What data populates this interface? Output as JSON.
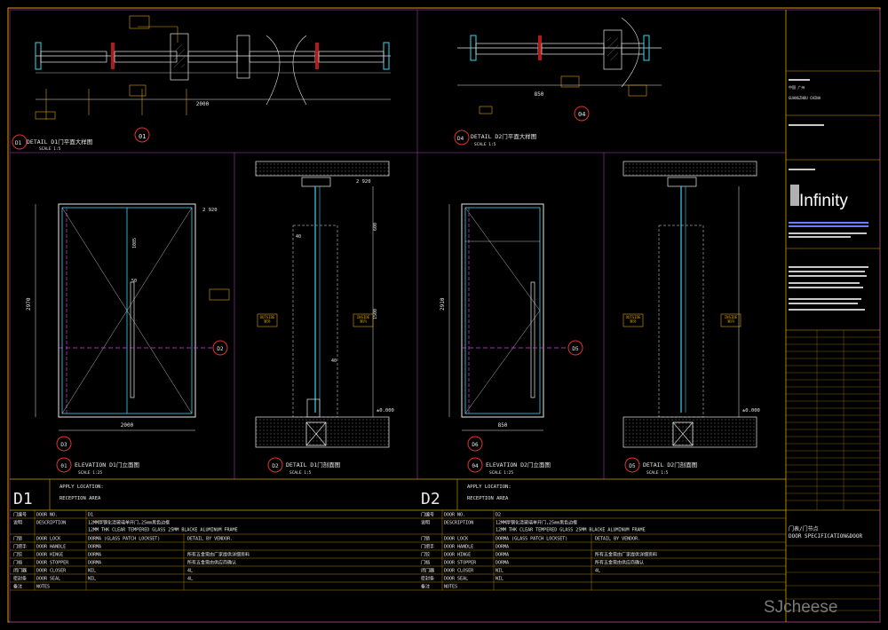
{
  "detail_titles": {
    "d1": {
      "code": "D1",
      "text": "DETAIL  D1门平面大样图",
      "scale": "SCALE 1:5"
    },
    "d4": {
      "code": "D4",
      "text": "DETAIL  D2门平面大样图",
      "scale": "SCALE 1:5"
    },
    "e1": {
      "code": "01",
      "text": "ELEVATION  D1门立面图",
      "scale": "SCALE 1:25"
    },
    "d2": {
      "code": "D2",
      "text": "DETAIL  D1门剖面图",
      "scale": "SCALE 1:5"
    },
    "e2": {
      "code": "04",
      "text": "ELEVATION  D2门立面图",
      "scale": "SCALE 1:25"
    },
    "d5": {
      "code": "D5",
      "text": "DETAIL  D2门剖面图",
      "scale": "SCALE 1:5"
    }
  },
  "dimensions": {
    "plan1_width": "2000",
    "plan2_width": "850",
    "elev1_width": "2000",
    "elev2_width": "850",
    "height_1": "2970",
    "height_2": "2910",
    "ceiling_1": "2 920",
    "ceiling_2": "2 920",
    "floor_1": "±0.000",
    "floor_2": "±0.000",
    "dim_40": "40",
    "dim_50": "50",
    "dim_600": "600",
    "dim_1500": "1500",
    "dim_1085": "1085"
  },
  "labels": {
    "outside": "OUTSIDE\n室外",
    "inside": "INSIDE\n室内",
    "section_markers": [
      "D2",
      "D5",
      "D1",
      "D4",
      "D3",
      "D6"
    ]
  },
  "spec_tables": [
    {
      "code": "D1",
      "apply_location_label": "APPLY LOCATION:",
      "apply_location_value": "RECEPTION AREA",
      "rows": [
        {
          "cn": "门编号",
          "en": "DOOR NO.",
          "val": "D1",
          "val2": ""
        },
        {
          "cn": "说明",
          "en": "DESCRIPTION",
          "val": "12MM厚钢化清玻璃单开门,25mm黑色边框\n12MM THK CLEAR TEMPERED GLASS 25MM BLACKE ALUMINUM FRAME",
          "val2": ""
        },
        {
          "cn": "门锁",
          "en": "DOOR LOCK",
          "val": "DORMA (GLASS PATCH LOCKSET)",
          "val2": "DETAIL BY VENDOR."
        },
        {
          "cn": "门把手",
          "en": "DOOR HANDLE",
          "val": "DORMA",
          "val2": ""
        },
        {
          "cn": "门铰",
          "en": "DOOR HINGE",
          "val": "DORMA",
          "val2": "所有五金需由厂家提供详细资料"
        },
        {
          "cn": "门档",
          "en": "DOOR STOPPER",
          "val": "DORMA",
          "val2": "所有五金需由供应商确认"
        },
        {
          "cn": "闭门器",
          "en": "DOOR CLOSER",
          "val": "NIL",
          "val2": "4L"
        },
        {
          "cn": "密封条",
          "en": "DOOR SEAL",
          "val": "NIL",
          "val2": "4L"
        },
        {
          "cn": "备注",
          "en": "NOTES",
          "val": "",
          "val2": ""
        }
      ]
    },
    {
      "code": "D2",
      "apply_location_label": "APPLY LOCATION:",
      "apply_location_value": "RECEPTION AREA",
      "rows": [
        {
          "cn": "门编号",
          "en": "DOOR NO.",
          "val": "D2",
          "val2": ""
        },
        {
          "cn": "说明",
          "en": "DESCRIPTION",
          "val": "12MM厚钢化清玻璃单开门,25mm黑色边框\n12MM THK CLEAR TEMPERED GLASS 25MM BLACKE ALUMINUM FRAME",
          "val2": ""
        },
        {
          "cn": "门锁",
          "en": "DOOR LOCK",
          "val": "DORMA (GLASS PATCH LOCKSET)",
          "val2": "DETAIL BY VENDOR."
        },
        {
          "cn": "门把手",
          "en": "DOOR HANDLE",
          "val": "DORMA",
          "val2": ""
        },
        {
          "cn": "门铰",
          "en": "DOOR HINGE",
          "val": "DORMA",
          "val2": "所有五金需由厂家提供详细资料"
        },
        {
          "cn": "门档",
          "en": "DOOR STOPPER",
          "val": "DORMA",
          "val2": "所有五金需由供应商确认"
        },
        {
          "cn": "闭门器",
          "en": "DOOR CLOSER",
          "val": "NIL",
          "val2": "4L"
        },
        {
          "cn": "密封条",
          "en": "DOOR SEAL",
          "val": "NIL",
          "val2": ""
        },
        {
          "cn": "备注",
          "en": "NOTES",
          "val": "",
          "val2": ""
        }
      ]
    }
  ],
  "title_block": {
    "client_label": "GUANGZHOU CHINA",
    "city": "中国 广州",
    "logo": "Infinity",
    "sheet_title_cn": "门表/门节点",
    "sheet_title_en": "DOOR SPECIFICATION&DOOR",
    "watermark": "SJcheese"
  },
  "colors": {
    "frame": "#d9a000",
    "line_white": "#e8e8e8",
    "cyan": "#37d7f0",
    "magenta": "#e040e0",
    "red": "#e03030",
    "yellow": "#f2d000",
    "green": "#30c040",
    "blue": "#6a7cff"
  }
}
